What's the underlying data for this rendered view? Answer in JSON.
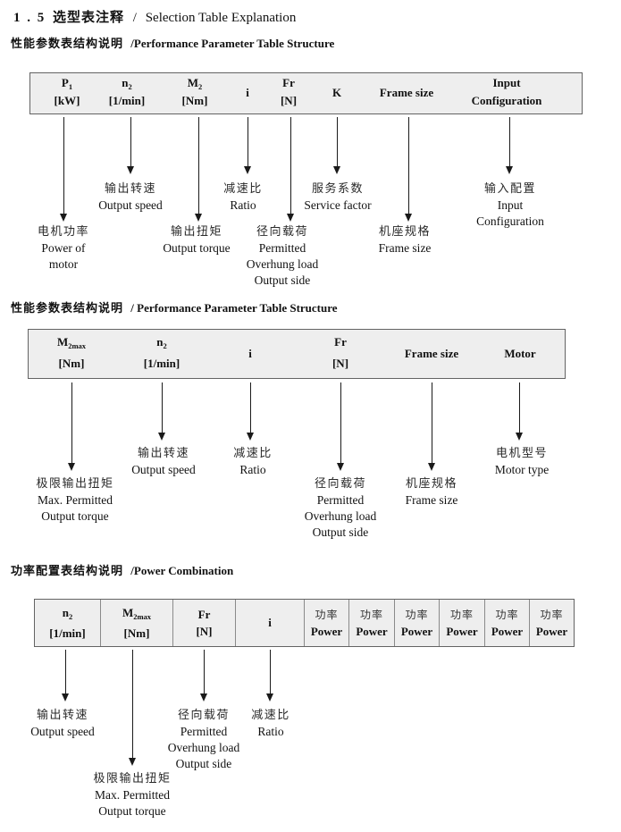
{
  "title": {
    "num": "1 . 5",
    "zh": "选型表注释",
    "sep": "/",
    "en": "Selection Table Explanation"
  },
  "colors": {
    "table_header_bg": "#eeeeee",
    "table_border": "#636363",
    "text": "#111111"
  },
  "sections": [
    {
      "heading": {
        "zh": "性能参数表结构说明",
        "en": "/Performance Parameter Table Structure"
      },
      "columns": [
        {
          "sym": "P",
          "sub": "1",
          "unit": "[kW]"
        },
        {
          "sym": "n",
          "sub": "2",
          "unit": "[1/min]"
        },
        {
          "sym": "M",
          "sub": "2",
          "unit": "[Nm]"
        },
        {
          "sym": "i"
        },
        {
          "sym": "Fr",
          "unit": "[N]"
        },
        {
          "sym": "K"
        },
        {
          "sym": "Frame size"
        },
        {
          "sym": "Input",
          "unit": "Configuration"
        }
      ],
      "callouts": [
        {
          "lines": [
            "电机功率",
            "Power of",
            "motor"
          ]
        },
        {
          "lines": [
            "输出转速",
            "Output speed"
          ]
        },
        {
          "lines": [
            "输出扭矩",
            "Output torque"
          ]
        },
        {
          "lines": [
            "减速比",
            "Ratio"
          ]
        },
        {
          "lines": [
            "径向载荷",
            "Permitted",
            "Overhung load",
            "Output side"
          ]
        },
        {
          "lines": [
            "服务系数",
            "Service factor"
          ]
        },
        {
          "lines": [
            "机座规格",
            "Frame size"
          ]
        },
        {
          "lines": [
            "输入配置",
            "Input",
            "Configuration"
          ]
        }
      ]
    },
    {
      "heading": {
        "zh": "性能参数表结构说明",
        "en": "/ Performance Parameter Table Structure"
      },
      "columns": [
        {
          "sym": "M",
          "sub": "2max",
          "unit": "[Nm]"
        },
        {
          "sym": "n",
          "sub": "2",
          "unit": "[1/min]"
        },
        {
          "sym": "i"
        },
        {
          "sym": "Fr",
          "unit": "[N]"
        },
        {
          "sym": "Frame size"
        },
        {
          "sym": "Motor"
        }
      ],
      "callouts": [
        {
          "lines": [
            "极限输出扭矩",
            "Max. Permitted",
            "Output torque"
          ]
        },
        {
          "lines": [
            "输出转速",
            "Output speed"
          ]
        },
        {
          "lines": [
            "减速比",
            "Ratio"
          ]
        },
        {
          "lines": [
            "径向载荷",
            "Permitted",
            "Overhung load",
            "Output side"
          ]
        },
        {
          "lines": [
            "机座规格",
            "Frame size"
          ]
        },
        {
          "lines": [
            "电机型号",
            "Motor type"
          ]
        }
      ]
    },
    {
      "heading": {
        "zh": "功率配置表结构说明",
        "en": "/Power Combination"
      },
      "columns": [
        {
          "sym": "n",
          "sub": "2",
          "unit": "[1/min]"
        },
        {
          "sym": "M",
          "sub": "2max",
          "unit": "[Nm]"
        },
        {
          "sym": "Fr",
          "unit": "[N]"
        },
        {
          "sym": "i"
        },
        {
          "zh": "功率",
          "en": "Power"
        },
        {
          "zh": "功率",
          "en": "Power"
        },
        {
          "zh": "功率",
          "en": "Power"
        },
        {
          "zh": "功率",
          "en": "Power"
        },
        {
          "zh": "功率",
          "en": "Power"
        },
        {
          "zh": "功率",
          "en": "Power"
        }
      ],
      "callouts": [
        {
          "lines": [
            "输出转速",
            "Output speed"
          ]
        },
        {
          "lines": [
            "极限输出扭矩",
            "Max. Permitted",
            "Output torque"
          ]
        },
        {
          "lines": [
            "径向载荷",
            "Permitted",
            "Overhung load",
            "Output side"
          ]
        },
        {
          "lines": [
            "减速比",
            "Ratio"
          ]
        }
      ]
    }
  ]
}
